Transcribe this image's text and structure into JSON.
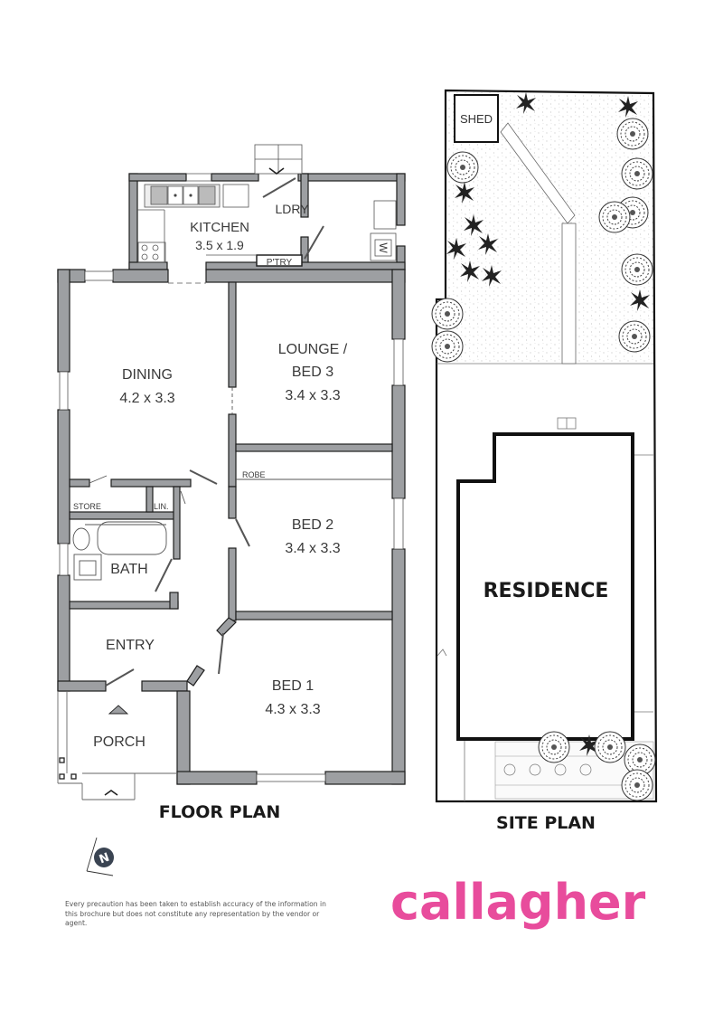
{
  "floor_plan": {
    "title": "FLOOR PLAN",
    "rooms": [
      {
        "id": "kitchen",
        "name": "KITCHEN",
        "dims": "3.5 x 1.9"
      },
      {
        "id": "laundry",
        "name": "LDRY",
        "dims": ""
      },
      {
        "id": "pantry",
        "name": "P'TRY",
        "dims": ""
      },
      {
        "id": "dining",
        "name": "DINING",
        "dims": "4.2 x 3.3"
      },
      {
        "id": "lounge",
        "name": "LOUNGE /",
        "name2": "BED 3",
        "dims": "3.4 x 3.3"
      },
      {
        "id": "robe",
        "name": "ROBE",
        "dims": ""
      },
      {
        "id": "store",
        "name": "STORE",
        "dims": ""
      },
      {
        "id": "linen",
        "name": "LIN.",
        "dims": ""
      },
      {
        "id": "bed2",
        "name": "BED 2",
        "dims": "3.4 x 3.3"
      },
      {
        "id": "bath",
        "name": "BATH",
        "dims": ""
      },
      {
        "id": "entry",
        "name": "ENTRY",
        "dims": ""
      },
      {
        "id": "bed1",
        "name": "BED 1",
        "dims": "4.3 x 3.3"
      },
      {
        "id": "porch",
        "name": "PORCH",
        "dims": ""
      }
    ],
    "fixtures": {
      "washer_label": "W"
    }
  },
  "site_plan": {
    "title": "SITE PLAN",
    "residence_label": "RESIDENCE",
    "shed_label": "SHED"
  },
  "compass": {
    "label": "N"
  },
  "footer": {
    "disclaimer": "Every precaution has been taken to establish accuracy of the information in this brochure but does not constitute any representation by the vendor or agent.",
    "brand": "callagher",
    "brand_color": "#e84c9c"
  },
  "colors": {
    "wall_fill": "#9d9fa2",
    "wall_stroke": "#1e1e1e",
    "site_line": "#111111"
  }
}
